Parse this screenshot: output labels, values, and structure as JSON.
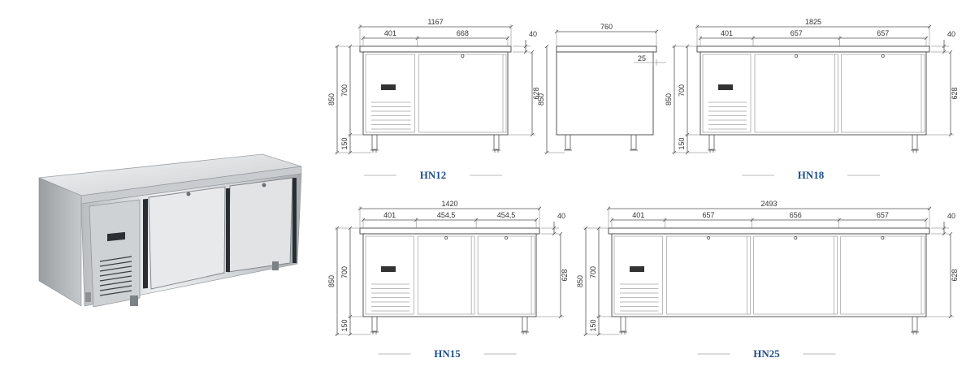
{
  "colors": {
    "title": "#1f4e8c",
    "steel_light": "#e4e6e8",
    "steel_dark": "#8d9194",
    "line": "#555555"
  },
  "models": [
    {
      "name": "HN12",
      "overall_width": "1167",
      "segments": [
        "401",
        "668"
      ],
      "top_height": "40",
      "right_height": "628",
      "total_height": "850",
      "body_height": "700",
      "leg_height": "150"
    },
    {
      "name": "HN18",
      "overall_width": "1825",
      "segments": [
        "401",
        "657",
        "657"
      ],
      "top_height": "40",
      "right_height": "628",
      "total_height": "850",
      "body_height": "700",
      "leg_height": "150"
    },
    {
      "name": "HN15",
      "overall_width": "1420",
      "segments": [
        "401",
        "454,5",
        "454,5"
      ],
      "top_height": "40",
      "right_height": "628",
      "total_height": "850",
      "body_height": "700",
      "leg_height": "150"
    },
    {
      "name": "HN25",
      "overall_width": "2493",
      "segments": [
        "401",
        "657",
        "656",
        "657"
      ],
      "top_height": "40",
      "right_height": "628",
      "total_height": "850",
      "body_height": "700",
      "leg_height": "150"
    }
  ],
  "side_view": {
    "depth": "760",
    "offset": "25",
    "total_height": "850"
  }
}
